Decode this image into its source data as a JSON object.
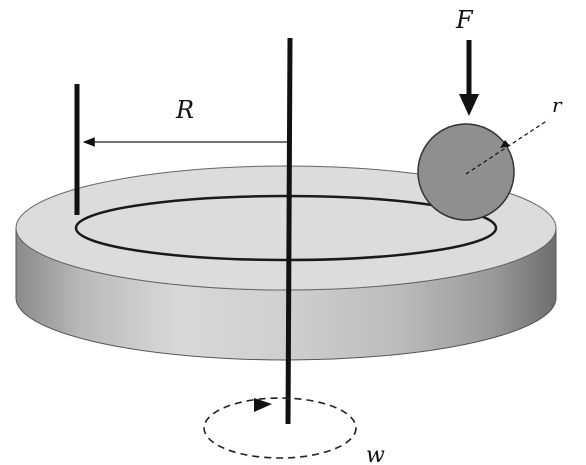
{
  "labels": {
    "radius_big": "R",
    "force": "F",
    "radius_small": "r",
    "angular_velocity": "w"
  },
  "colors": {
    "disk_top": "#dcdcdc",
    "disk_side_dark": "#7d7d7d",
    "disk_side_light": "#cfcfcf",
    "roller": "#8f8f8f",
    "line": "#111111"
  }
}
